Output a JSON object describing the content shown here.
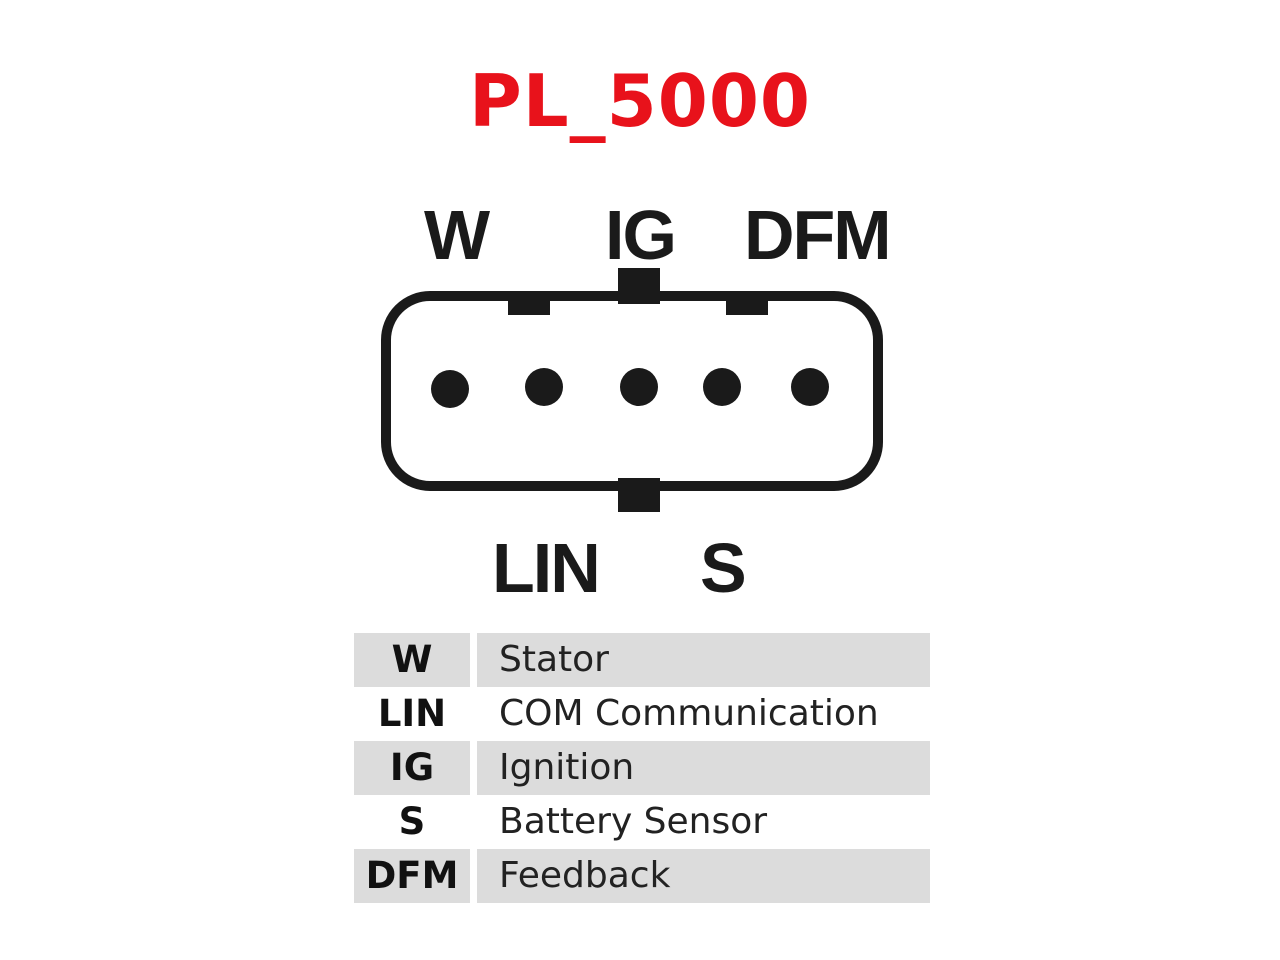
{
  "title": "PL_5000",
  "colors": {
    "title": "#e8121b",
    "outline": "#1a1a1a",
    "row_shade": "#dcdcdc"
  },
  "pins": {
    "top": [
      "W",
      "IG",
      "DFM"
    ],
    "bottom": [
      "LIN",
      "S"
    ],
    "contact_count": 5
  },
  "legend": [
    {
      "code": "W",
      "description": "Stator",
      "shaded": true
    },
    {
      "code": "LIN",
      "description": "COM Communication",
      "shaded": false
    },
    {
      "code": "IG",
      "description": "Ignition",
      "shaded": true
    },
    {
      "code": "S",
      "description": "Battery Sensor",
      "shaded": false
    },
    {
      "code": "DFM",
      "description": "Feedback",
      "shaded": true
    }
  ]
}
